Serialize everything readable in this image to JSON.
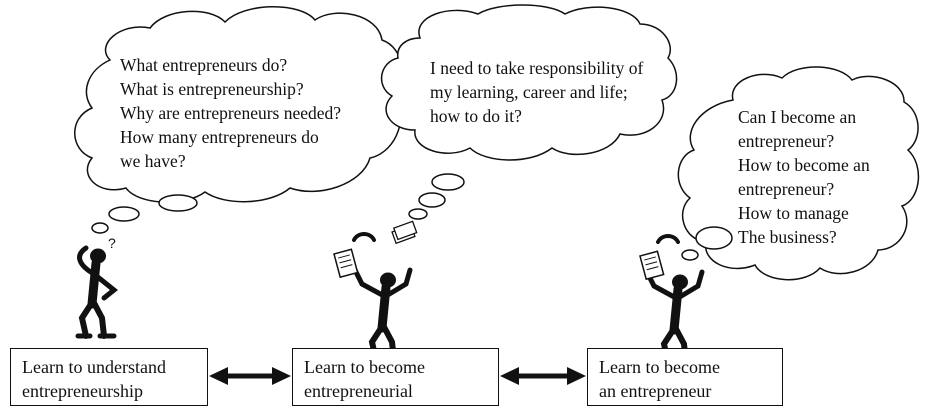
{
  "thoughts": [
    {
      "lines": [
        "What entrepreneurs do?",
        "What is entrepreneurship?",
        "Why are entrepreneurs needed?",
        "How many entrepreneurs do",
        "we have?"
      ]
    },
    {
      "lines": [
        "I need to take responsibility of",
        "my learning, career and life;",
        "how to do it?"
      ]
    },
    {
      "lines": [
        "Can I become an",
        "entrepreneur?",
        "How to become an",
        "entrepreneur?",
        "How to manage",
        "The business?"
      ]
    }
  ],
  "boxes": [
    {
      "lines": [
        "Learn to understand",
        "entrepreneurship"
      ]
    },
    {
      "lines": [
        "Learn to become",
        "entrepreneurial"
      ]
    },
    {
      "lines": [
        "Learn to become",
        "an entrepreneur"
      ]
    }
  ],
  "figures": [
    {
      "icon": "confused-person-icon",
      "accessory": "question-mark"
    },
    {
      "icon": "juggling-person-icon",
      "accessory": "phone-book-money"
    },
    {
      "icon": "juggling-person-icon",
      "accessory": "phone-book-clock"
    }
  ]
}
